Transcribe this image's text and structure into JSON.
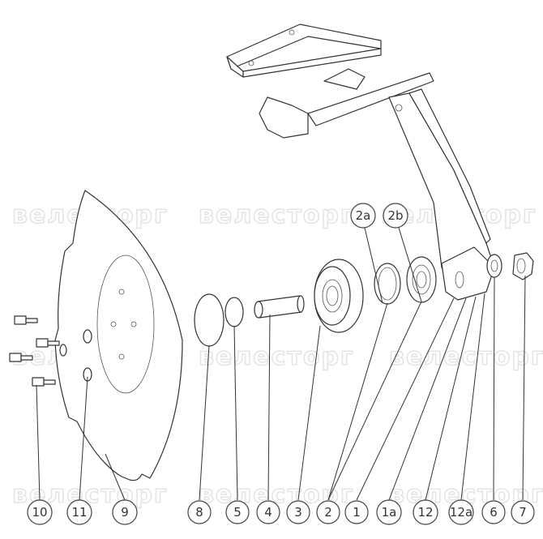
{
  "watermark": "велесторг",
  "callouts": {
    "p10": "10",
    "p11": "11",
    "p9": "9",
    "p8": "8",
    "p5": "5",
    "p4": "4",
    "p3": "3",
    "p2": "2",
    "p1": "1",
    "p1a": "1a",
    "p12": "12",
    "p12a": "12a",
    "p6": "6",
    "p7": "7",
    "p2a": "2a",
    "p2b": "2b"
  }
}
